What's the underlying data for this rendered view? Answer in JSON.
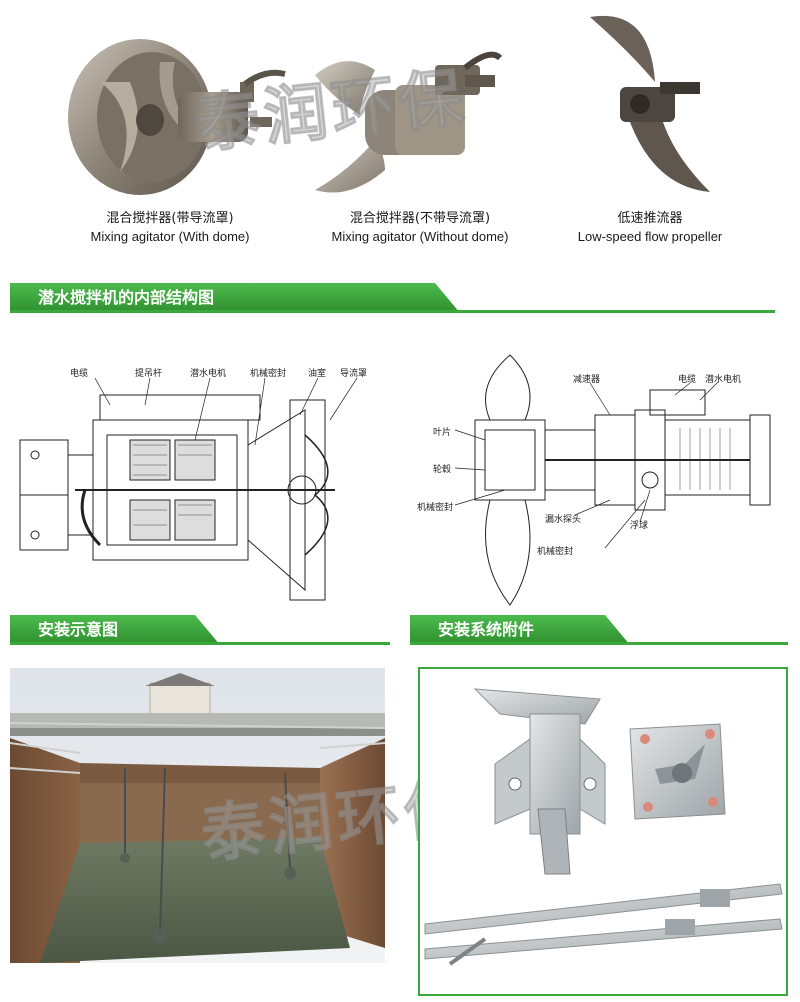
{
  "watermark": "泰润环保",
  "colors": {
    "accent_green": "#3aa83a",
    "tab_green": "#2e8f2e"
  },
  "products": [
    {
      "zh": "混合搅拌器(带导流罩)",
      "en": "Mixing agitator (With dome)"
    },
    {
      "zh": "混合搅拌器(不带导流罩)",
      "en": "Mixing agitator (Without dome)"
    },
    {
      "zh": "低速推流器",
      "en": "Low-speed flow propeller"
    }
  ],
  "sections": {
    "structure": "潜水搅拌机的内部结构图",
    "install": "安装示意图",
    "accessories": "安装系统附件"
  },
  "diagram_left_labels": [
    "电缆",
    "提吊杆",
    "潜水电机",
    "机械密封",
    "油室",
    "导流罩"
  ],
  "diagram_right_labels": {
    "reducer": "减速器",
    "cable": "电缆",
    "motor": "潜水电机",
    "blade": "叶片",
    "hub": "轮毂",
    "seal1": "机械密封",
    "leak": "漏水探头",
    "float": "浮球",
    "seal2": "机械密封"
  }
}
